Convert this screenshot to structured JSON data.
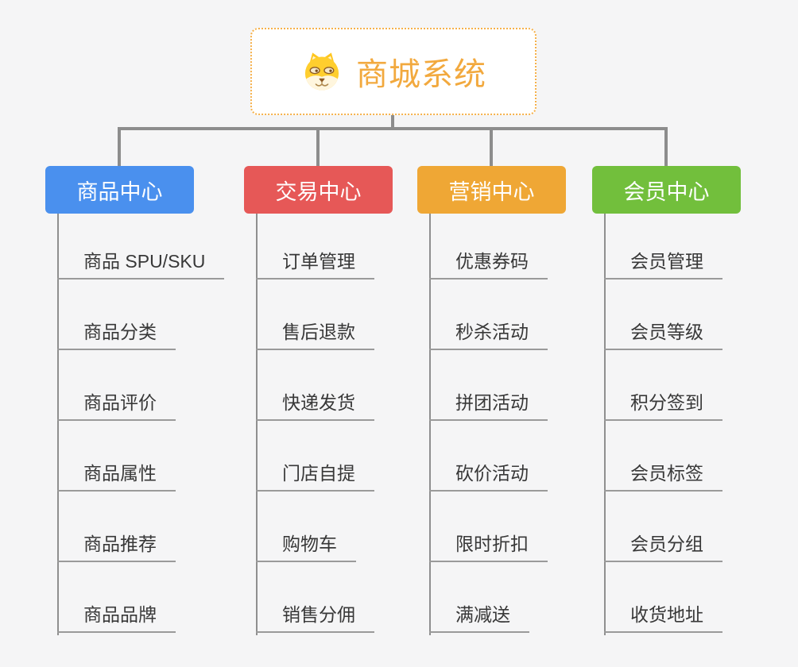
{
  "root": {
    "title": "商城系统",
    "icon": "shiba-dog"
  },
  "branches": [
    {
      "id": "product-center",
      "label": "商品中心",
      "color": "#4A90EE",
      "items": [
        "商品 SPU/SKU",
        "商品分类",
        "商品评价",
        "商品属性",
        "商品推荐",
        "商品品牌"
      ]
    },
    {
      "id": "trade-center",
      "label": "交易中心",
      "color": "#E65857",
      "items": [
        "订单管理",
        "售后退款",
        "快递发货",
        "门店自提",
        "购物车",
        "销售分佣"
      ]
    },
    {
      "id": "marketing-center",
      "label": "营销中心",
      "color": "#EFA735",
      "items": [
        "优惠券码",
        "秒杀活动",
        "拼团活动",
        "砍价活动",
        "限时折扣",
        "满减送"
      ]
    },
    {
      "id": "member-center",
      "label": "会员中心",
      "color": "#72BF3C",
      "items": [
        "会员管理",
        "会员等级",
        "积分签到",
        "会员标签",
        "会员分组",
        "收货地址"
      ]
    }
  ],
  "palette": {
    "background": "#F5F5F6",
    "connector_line": "#8D8D8D",
    "underline": "#9A9A9A",
    "root_accent": "#F2A93E",
    "root_border": "#F6B14A"
  }
}
